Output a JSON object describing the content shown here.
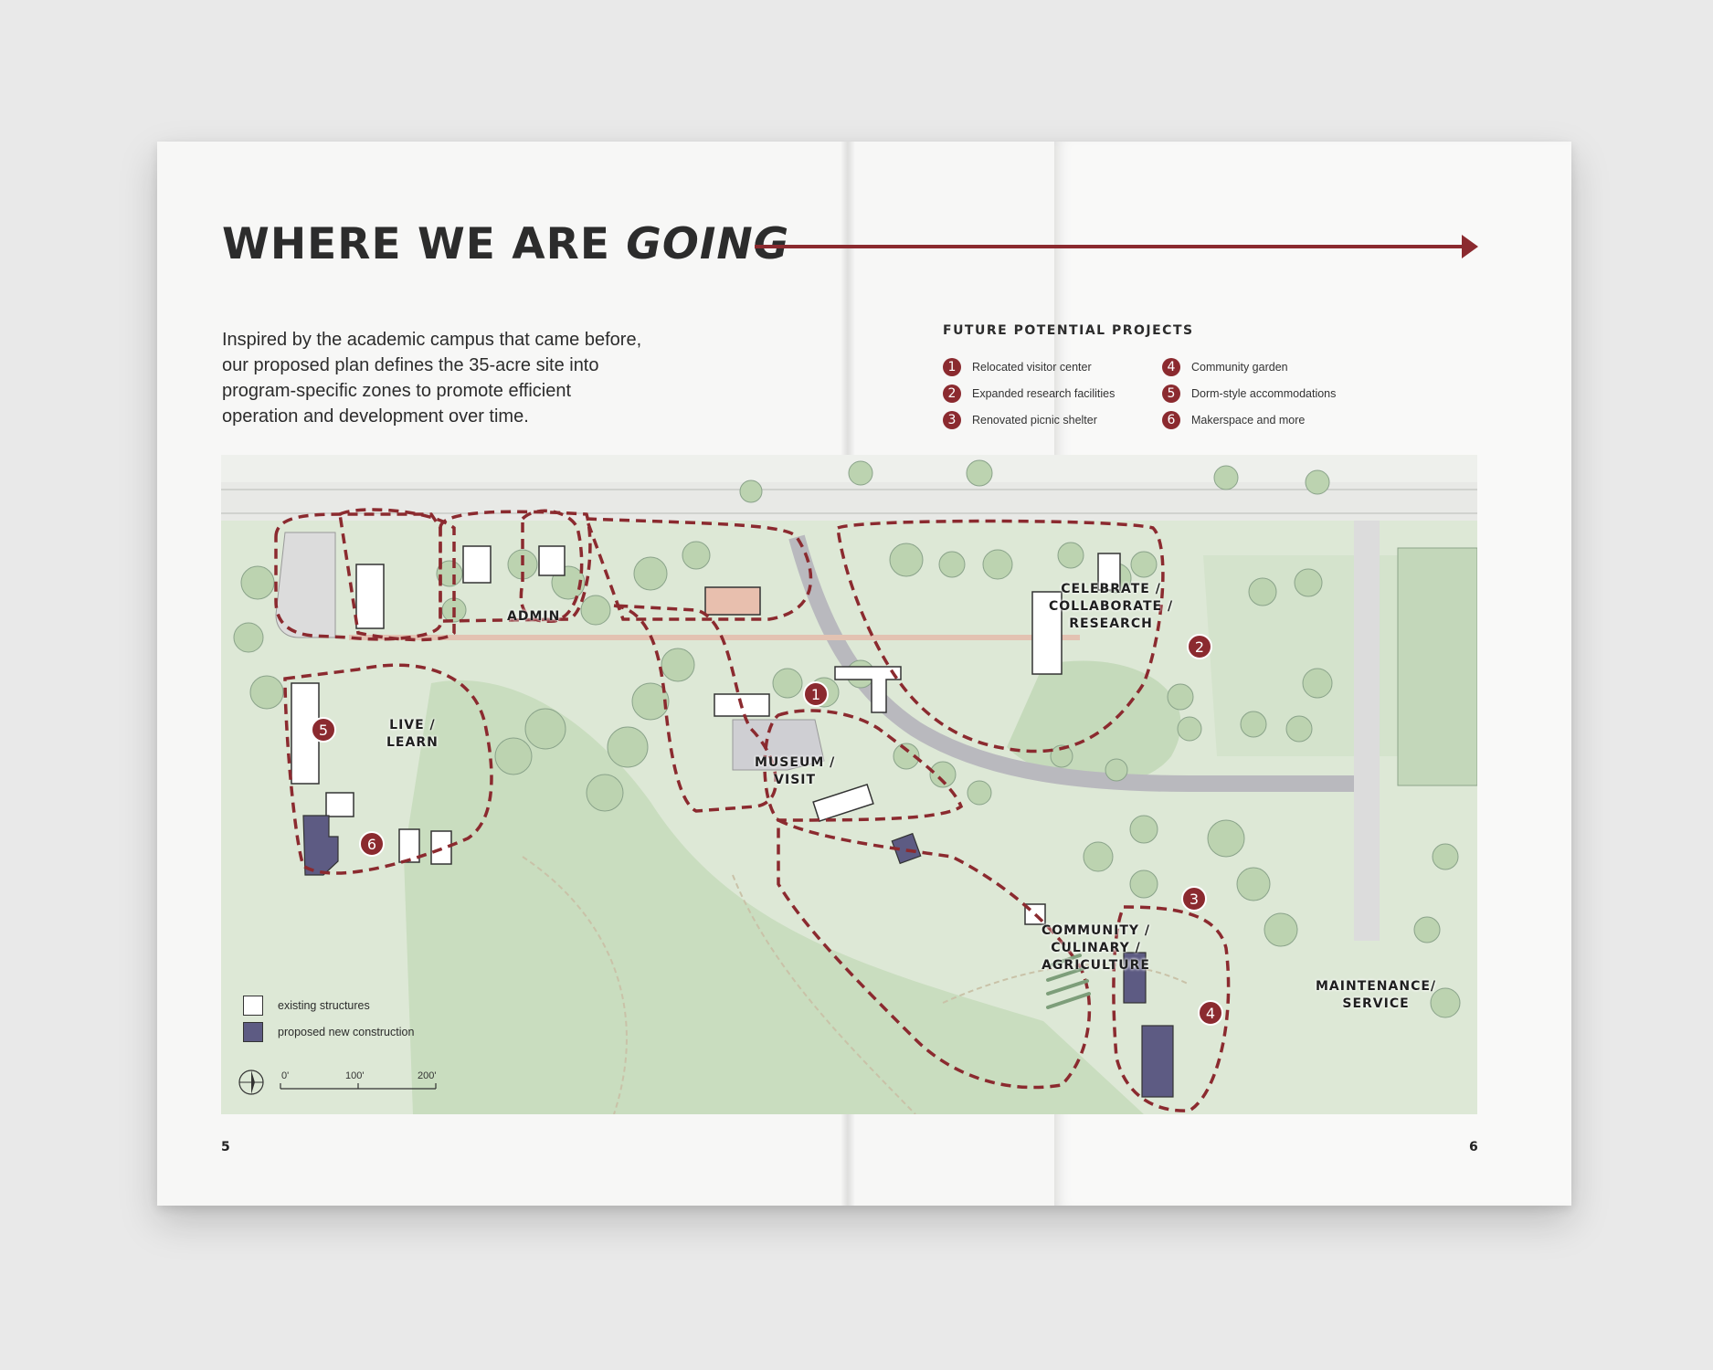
{
  "title": {
    "main": "WHERE WE ARE ",
    "emphasis": "GOING"
  },
  "intro": "Inspired by the academic campus that came before, our proposed plan defines the 35-acre site into program-specific zones to promote efficient operation and development over time.",
  "projects": {
    "heading": "FUTURE POTENTIAL PROJECTS",
    "items": [
      {
        "num": "1",
        "label": "Relocated visitor center"
      },
      {
        "num": "2",
        "label": "Expanded research facilities"
      },
      {
        "num": "3",
        "label": "Renovated picnic shelter"
      },
      {
        "num": "4",
        "label": "Community garden"
      },
      {
        "num": "5",
        "label": "Dorm-style accommodations"
      },
      {
        "num": "6",
        "label": "Makerspace and more"
      }
    ]
  },
  "zones": {
    "admin": "ADMIN",
    "live_learn": [
      "LIVE /",
      "LEARN"
    ],
    "museum": [
      "MUSEUM /",
      "VISIT"
    ],
    "celebrate": [
      "CELEBRATE /",
      "COLLABORATE /",
      "RESEARCH"
    ],
    "community": [
      "COMMUNITY /",
      "CULINARY /",
      "AGRICULTURE"
    ],
    "maintenance": [
      "MAINTENANCE/",
      "SERVICE"
    ]
  },
  "key": {
    "existing": "existing structures",
    "proposed": "proposed new construction",
    "scale": [
      "0'",
      "100'",
      "200'"
    ]
  },
  "colors": {
    "accent": "#8b2a2f",
    "green": "#cfe0c6",
    "proposed": "#5d5b83"
  },
  "page_numbers": {
    "left": "5",
    "right": "6"
  }
}
